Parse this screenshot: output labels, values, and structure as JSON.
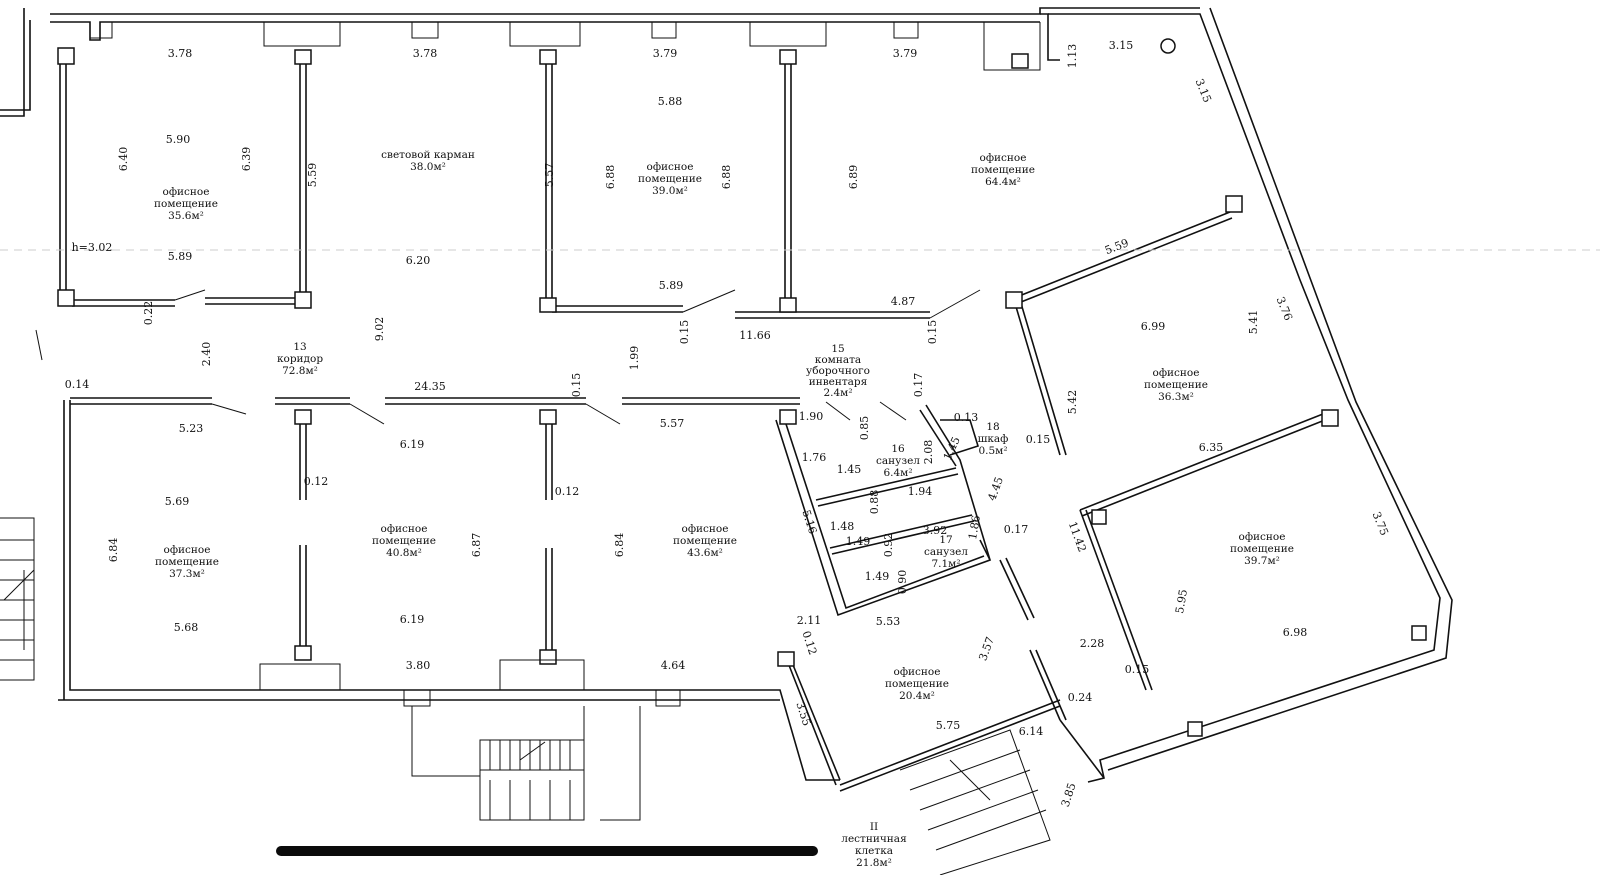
{
  "rooms": [
    {
      "id": "r1",
      "lines": [
        "офисное",
        "помещение",
        "35.6м²"
      ]
    },
    {
      "id": "r2",
      "lines": [
        "световой карман",
        "38.0м²"
      ]
    },
    {
      "id": "r3",
      "lines": [
        "офисное",
        "помещение",
        "39.0м²"
      ]
    },
    {
      "id": "r4",
      "lines": [
        "офисное",
        "помещение",
        "64.4м²"
      ]
    },
    {
      "id": "r13",
      "lines": [
        "13",
        "коридор",
        "72.8м²"
      ]
    },
    {
      "id": "r15",
      "lines": [
        "15",
        "комната",
        "уборочного",
        "инвентаря",
        "2.4м²"
      ]
    },
    {
      "id": "r16",
      "lines": [
        "16",
        "санузел",
        "6.4м²"
      ]
    },
    {
      "id": "r17",
      "lines": [
        "17",
        "санузел",
        "7.1м²"
      ]
    },
    {
      "id": "r18",
      "lines": [
        "18",
        "шкаф",
        "0.5м²"
      ]
    },
    {
      "id": "r5",
      "lines": [
        "офисное",
        "помещение",
        "36.3м²"
      ]
    },
    {
      "id": "r6",
      "lines": [
        "офисное",
        "помещение",
        "37.3м²"
      ]
    },
    {
      "id": "r7",
      "lines": [
        "офисное",
        "помещение",
        "40.8м²"
      ]
    },
    {
      "id": "r8",
      "lines": [
        "офисное",
        "помещение",
        "43.6м²"
      ]
    },
    {
      "id": "r9",
      "lines": [
        "офисное",
        "помещение",
        "39.7м²"
      ]
    },
    {
      "id": "r10",
      "lines": [
        "офисное",
        "помещение",
        "20.4м²"
      ]
    },
    {
      "id": "r11",
      "lines": [
        "II",
        "лестничная",
        "клетка",
        "21.8м²"
      ]
    }
  ],
  "dimensions": [
    "3.78",
    "3.78",
    "3.79",
    "3.79",
    "3.15",
    "3.15",
    "1.13",
    "6.40",
    "5.90",
    "6.39",
    "h=3.02",
    "5.89",
    "0.22",
    "5.59",
    "6.20",
    "9.02",
    "2.40",
    "0.14",
    "5.57",
    "5.88",
    "6.88",
    "6.88",
    "5.89",
    "0.15",
    "11.66",
    "6.89",
    "4.87",
    "0.15",
    "5.59",
    "1.99",
    "24.35",
    "0.15",
    "0.17",
    "1.90",
    "0.85",
    "0.13",
    "2.08",
    "1.45",
    "1.76",
    "1.45",
    "1.94",
    "0.88",
    "4.45",
    "1.48",
    "1.49",
    "0.92",
    "3.92",
    "1.86",
    "0.17",
    "1.49",
    "0.90",
    "5.16",
    "5.53",
    "6.99",
    "5.41",
    "3.76",
    "5.42",
    "0.15",
    "6.35",
    "3.75",
    "11.42",
    "5.95",
    "6.98",
    "2.28",
    "0.15",
    "5.23",
    "6.19",
    "0.12",
    "5.69",
    "6.84",
    "6.87",
    "6.84",
    "5.57",
    "0.12",
    "5.68",
    "6.19",
    "3.80",
    "4.64",
    "2.11",
    "0.12",
    "3.57",
    "0.24",
    "3.55",
    "5.75",
    "6.14",
    "3.85"
  ]
}
